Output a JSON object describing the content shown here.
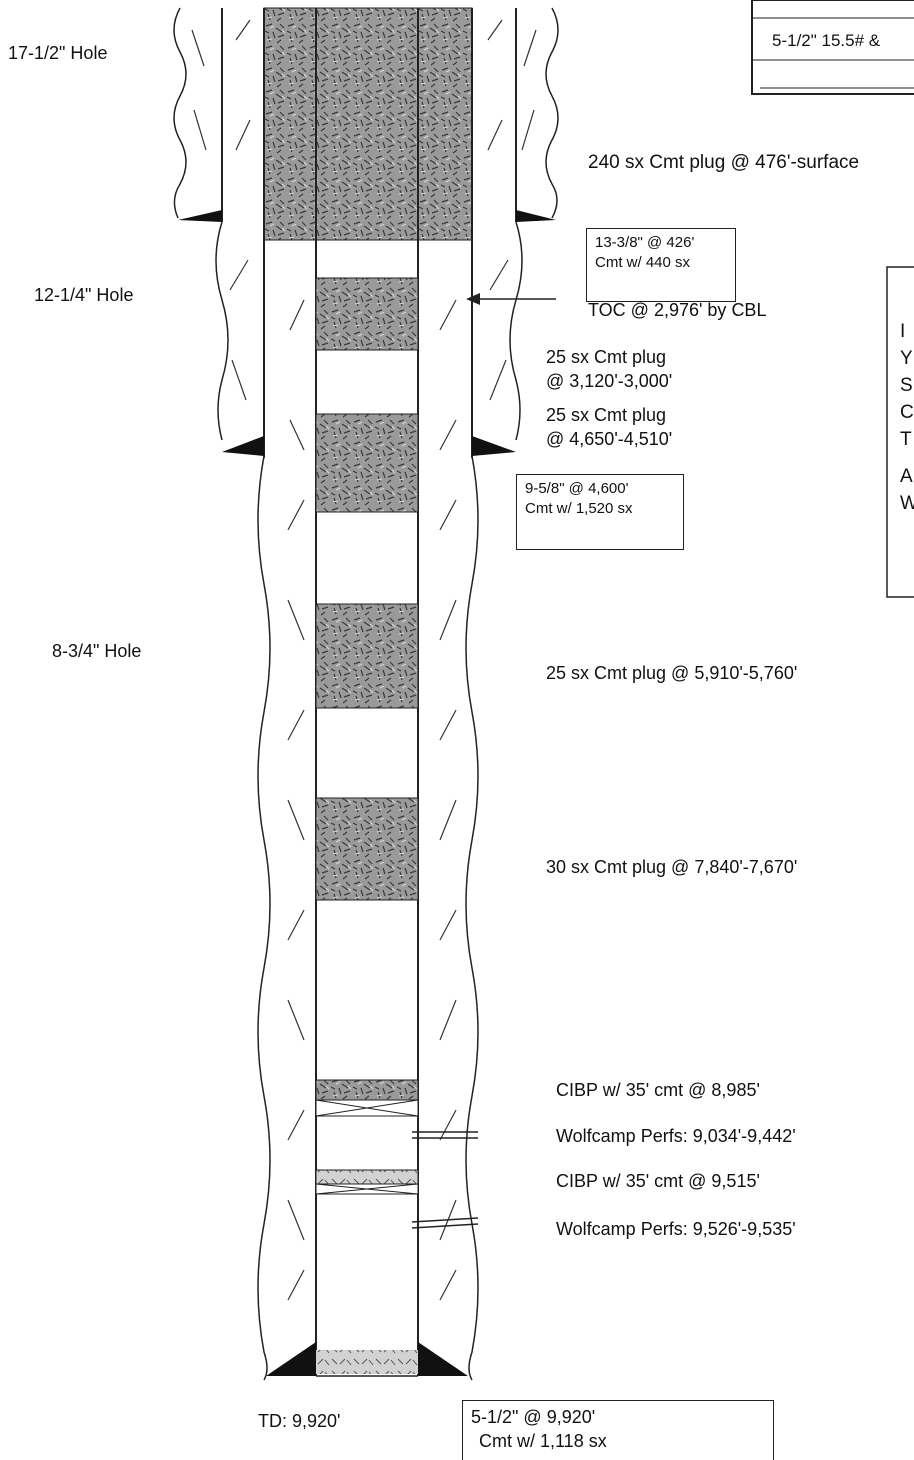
{
  "top_table": {
    "row_text": "5-1/2\" 15.5# &"
  },
  "hole_sizes": [
    {
      "label": "17-1/2\" Hole"
    },
    {
      "label": "12-1/4\" Hole"
    },
    {
      "label": "8-3/4\" Hole"
    }
  ],
  "toc_label": "TOC @ 2,976' by CBL",
  "td_label": "TD:  9,920'",
  "casing_boxes": [
    {
      "lines": [
        "13-3/8\" @ 426'",
        "Cmt w/ 440 sx"
      ]
    },
    {
      "lines": [
        "9-5/8\" @ 4,600'",
        "Cmt w/ 1,520 sx"
      ]
    },
    {
      "lines": [
        "5-1/2\" @ 9,920'",
        "Cmt w/ 1,118 sx"
      ]
    }
  ],
  "plug_labels": [
    {
      "text": "240 sx Cmt plug @ 476'-surface"
    },
    {
      "text": "25 sx Cmt plug",
      "text2": "@ 3,120'-3,000'"
    },
    {
      "text": "25 sx Cmt plug",
      "text2": "@ 4,650'-4,510'"
    },
    {
      "text": "25 sx Cmt plug @ 5,910'-5,760'"
    },
    {
      "text": "30 sx Cmt plug @ 7,840'-7,670'"
    }
  ],
  "lower_labels": [
    {
      "text": "CIBP w/ 35' cmt @ 8,985'"
    },
    {
      "text": "Wolfcamp Perfs:  9,034'-9,442'"
    },
    {
      "text": "CIBP w/ 35' cmt @ 9,515'"
    },
    {
      "text": "Wolfcamp Perfs:  9,526'-9,535'"
    }
  ],
  "right_box_initials": [
    "I",
    "Y",
    "S",
    "C",
    "T",
    "A",
    "W"
  ],
  "colors": {
    "cement": "#8a8a8a",
    "line": "#1a1a1a",
    "background": "#ffffff"
  }
}
